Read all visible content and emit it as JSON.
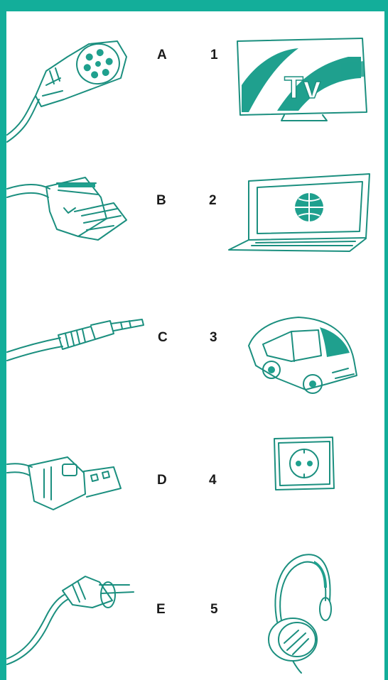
{
  "colors": {
    "accent": "#13ae9a",
    "ink": "#1b8f7f",
    "text": "#1a1a1a"
  },
  "plugs": [
    {
      "letter": "A",
      "icon": "ev-charging-plug-icon"
    },
    {
      "letter": "B",
      "icon": "hdmi-plug-icon"
    },
    {
      "letter": "C",
      "icon": "audio-jack-plug-icon"
    },
    {
      "letter": "D",
      "icon": "usb-plug-icon"
    },
    {
      "letter": "E",
      "icon": "power-plug-icon"
    }
  ],
  "devices": [
    {
      "number": "1",
      "icon": "tv-icon"
    },
    {
      "number": "2",
      "icon": "laptop-icon"
    },
    {
      "number": "3",
      "icon": "car-icon"
    },
    {
      "number": "4",
      "icon": "wall-socket-icon"
    },
    {
      "number": "5",
      "icon": "headphones-icon"
    }
  ]
}
